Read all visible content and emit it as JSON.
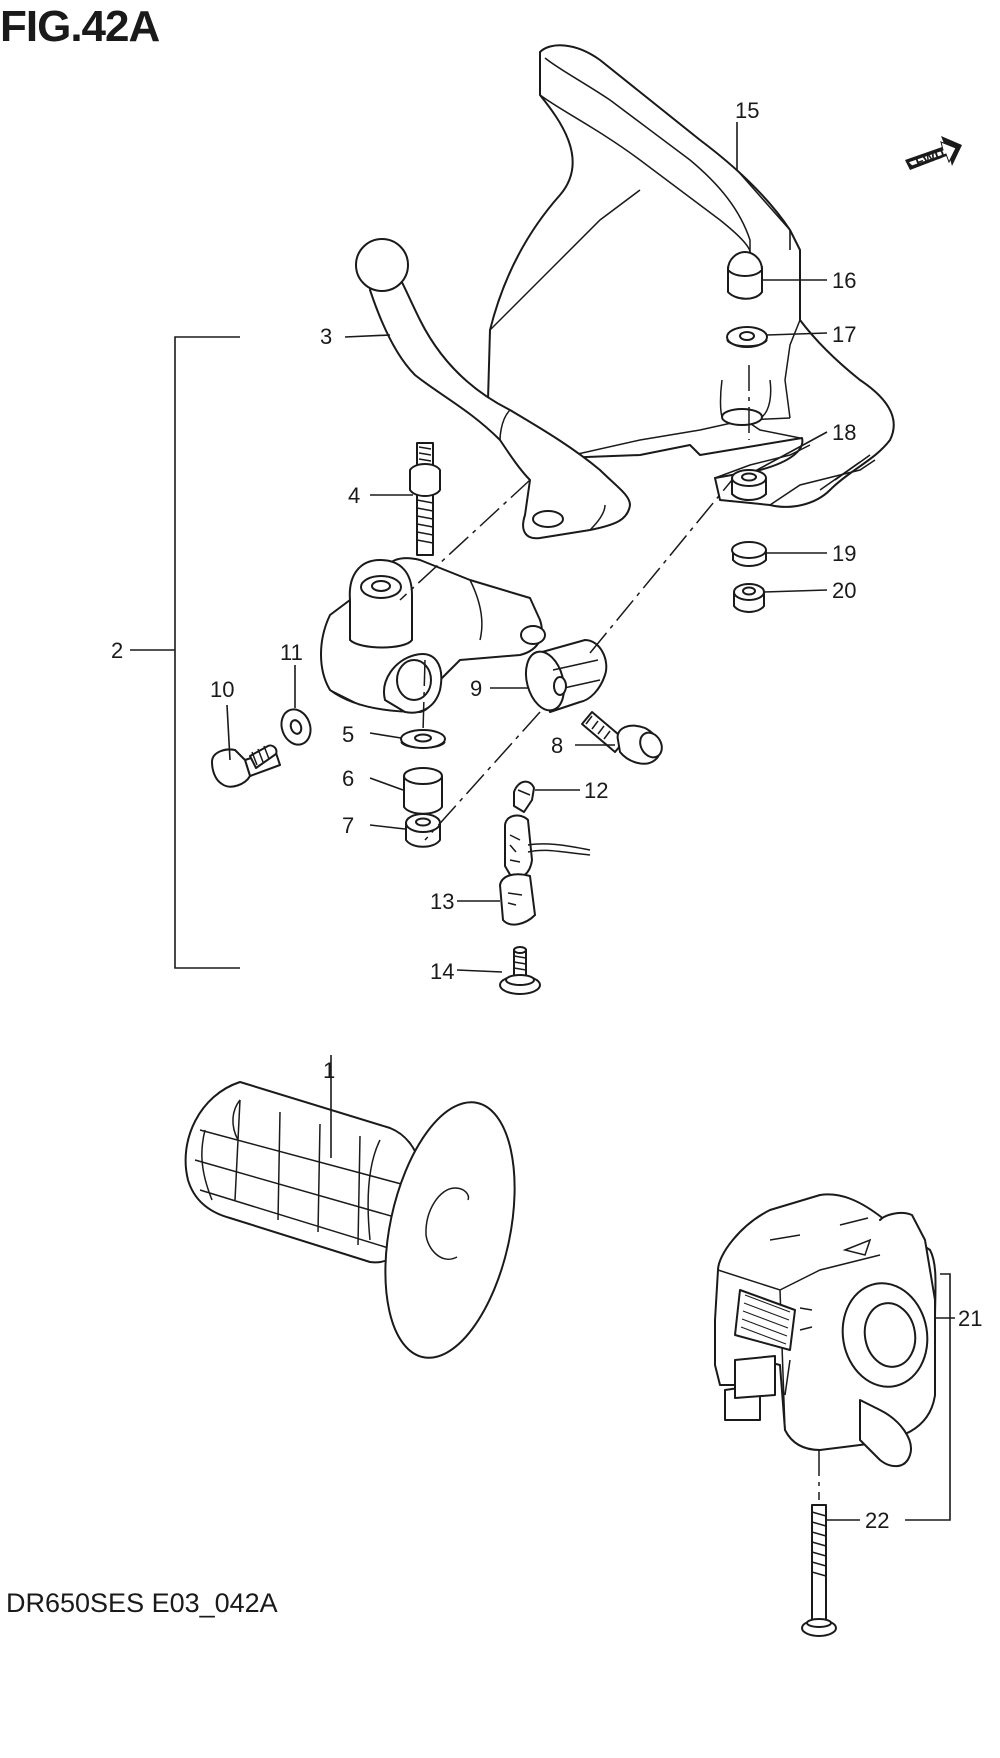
{
  "figure": {
    "title": "FIG.42A",
    "footer": "DR650SES E03_042A",
    "direction_badge": "FWD"
  },
  "callouts": {
    "c1": "1",
    "c2": "2",
    "c3": "3",
    "c4": "4",
    "c5": "5",
    "c6": "6",
    "c7": "7",
    "c8": "8",
    "c9": "9",
    "c10": "10",
    "c11": "11",
    "c12": "12",
    "c13": "13",
    "c14": "14",
    "c15": "15",
    "c16": "16",
    "c17": "17",
    "c18": "18",
    "c19": "19",
    "c20": "20",
    "c21": "21",
    "c22": "22"
  }
}
